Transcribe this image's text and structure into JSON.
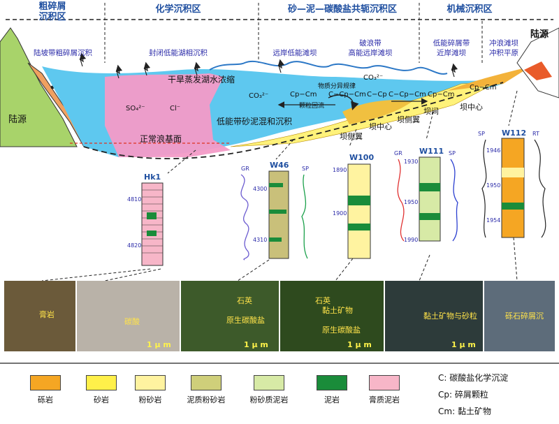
{
  "zones": [
    {
      "id": "clastic",
      "title_line1": "粗碎屑",
      "title_line2": "沉积区"
    },
    {
      "id": "chemical",
      "title": "化学沉积区"
    },
    {
      "id": "mixed",
      "title": "砂—泥—碳酸盐共轭沉积区"
    },
    {
      "id": "mechanical",
      "title": "机械沉积区"
    },
    {
      "id": "land_right",
      "title": "陆源"
    }
  ],
  "subzones": {
    "slope_clastic": "陆坡带粗碎屑沉积",
    "closed_lake": "封闭低能湖相沉积",
    "offshore_low": "远岸低能滩坝",
    "breaker_line1": "破浪带",
    "breaker_line2": "高能远岸滩坝",
    "near_low_line1": "低能碎屑带",
    "near_low_line2": "近岸滩坝",
    "wash_line1": "冲浪滩坝",
    "wash_line2": "冲积平原"
  },
  "cross_section": {
    "land_left": "陆源",
    "concentration": "干旱蒸发湖水浓缩",
    "differentiation": "物质分异规律",
    "particles_return": "颗粒回流",
    "low_energy": "低能带砂泥混和沉积",
    "wave_base": "正常浪基面",
    "so4": "SO₄²⁻",
    "cl": "Cl⁻",
    "co3_left": "CO₃²⁻",
    "co3_right": "CO₃²⁻",
    "flow_cp_cm_1": "Cp−Cm",
    "flow_c_cp_cm_1": "C−Cp−Cm",
    "flow_c_cp": "C−Cp",
    "flow_c_cp_cm_2": "C−Cp−Cm",
    "flow_cp_cm_2": "Cp−Cm",
    "flow_cp_cm_3": "Cp−Cm",
    "bar_center_1": "坝中心",
    "bar_center_2": "坝中心",
    "bar_flank_1": "坝侧翼",
    "bar_flank_2": "坝侧翼",
    "bar_between": "坝间"
  },
  "wells": {
    "hk1": {
      "name": "Hk1",
      "depths": [
        "4810",
        "4820"
      ]
    },
    "w46": {
      "name": "W46",
      "depths": [
        "4300",
        "4310"
      ],
      "log_left": "GR",
      "log_right": "SP"
    },
    "w100": {
      "name": "W100",
      "depths": [
        "1890",
        "1900"
      ]
    },
    "w111": {
      "name": "W111",
      "depths": [
        "1930",
        "1950",
        "1990"
      ],
      "log_left": "GR",
      "log_right": "SP"
    },
    "w112": {
      "name": "W112",
      "depths": [
        "1946",
        "1950",
        "1954"
      ],
      "log_left": "SP",
      "log_right": "RT"
    }
  },
  "photos": [
    {
      "label": "膏岩",
      "color": "#6b5a3a"
    },
    {
      "label": "碳酸",
      "color": "#b9b2a8"
    },
    {
      "label": "石英",
      "label2": "原生碳酸盐",
      "color": "#3d5a2a"
    },
    {
      "label": "石英",
      "label2": "黏土矿物",
      "label3": "原生碳酸盐",
      "color": "#2e4a1e"
    },
    {
      "label": "黏土矿物与砂粒",
      "color": "#2d3b3a"
    },
    {
      "label": "砾石碎屑沉",
      "color": "#5d6c7a"
    }
  ],
  "scale_bar": "1 μ m",
  "legend": [
    {
      "label": "砾岩",
      "color": "#f5a623"
    },
    {
      "label": "砂岩",
      "color": "#fff04a"
    },
    {
      "label": "粉砂岩",
      "color": "#fff3a0"
    },
    {
      "label": "泥质粉砂岩",
      "color": "#cfcf7a"
    },
    {
      "label": "粉砂质泥岩",
      "color": "#d7eaa6"
    },
    {
      "label": "泥岩",
      "color": "#1a8c3a"
    },
    {
      "label": "膏质泥岩",
      "color": "#f7b6c8"
    }
  ],
  "notes": [
    {
      "code": "C:",
      "text": "碳酸盐化学沉淀"
    },
    {
      "code": "Cp:",
      "text": "碎屑颗粒"
    },
    {
      "code": "Cm:",
      "text": "黏土矿物"
    }
  ],
  "colors": {
    "lake": "#5ec8ef",
    "pink": "#f39bc7",
    "land": "#a8d36a",
    "sand": "#fff27a",
    "orange": "#f0a060",
    "frame": "#222222"
  }
}
